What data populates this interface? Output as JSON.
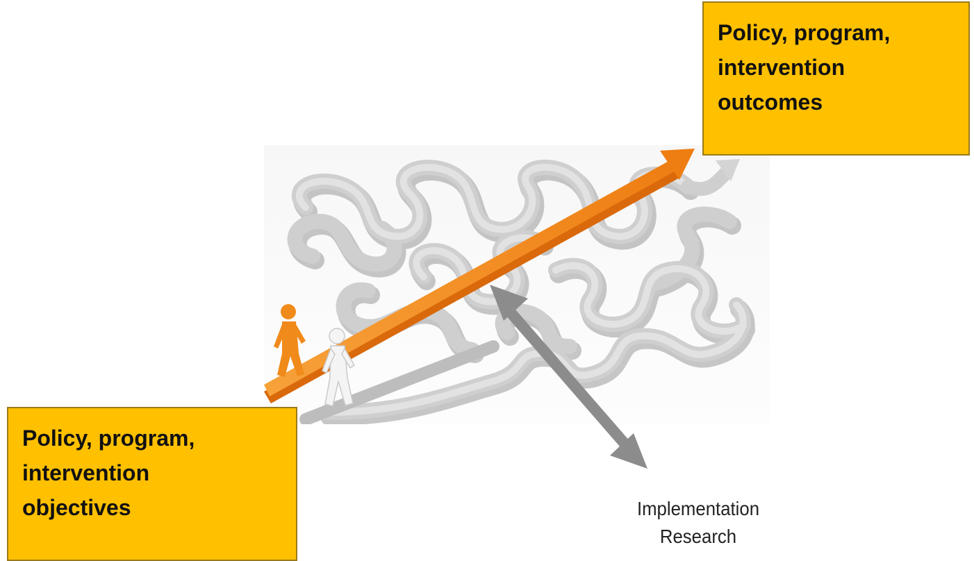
{
  "objectives_box": {
    "lines": [
      "Policy, program,",
      "intervention",
      "objectives"
    ],
    "color": "#FFC000"
  },
  "outcomes_box": {
    "lines": [
      "Policy, program,",
      "intervention",
      "outcomes"
    ],
    "color": "#FFC000"
  },
  "implementation_label": {
    "lines": [
      "Implementation",
      "Research"
    ]
  },
  "illustration": {
    "maze_color": "#c8c8c8",
    "direct_arrow_color": "#f08a1a",
    "double_arrow_color": "#8c8c8c",
    "figures": [
      "orange-walker-figure",
      "white-walker-figure"
    ]
  }
}
